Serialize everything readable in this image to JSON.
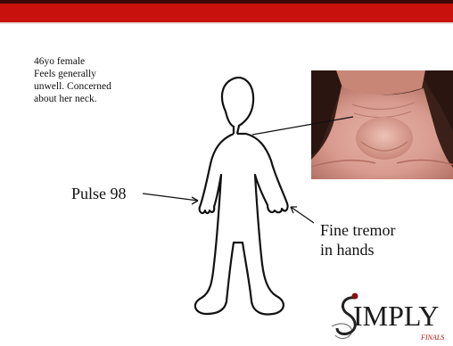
{
  "case": {
    "lines": [
      "46yo female",
      "Feels generally",
      "unwell. Concerned",
      "about her neck."
    ]
  },
  "labels": {
    "pulse": "Pulse 98",
    "tremor_lines": [
      "Fine tremor",
      "in hands"
    ]
  },
  "logo": {
    "word": "IMPLY",
    "initial": "S",
    "sub": "FINALS"
  },
  "colors": {
    "header_red": "#c8110d",
    "header_dark": "#3a0a08",
    "logo_accent": "#b01010"
  }
}
